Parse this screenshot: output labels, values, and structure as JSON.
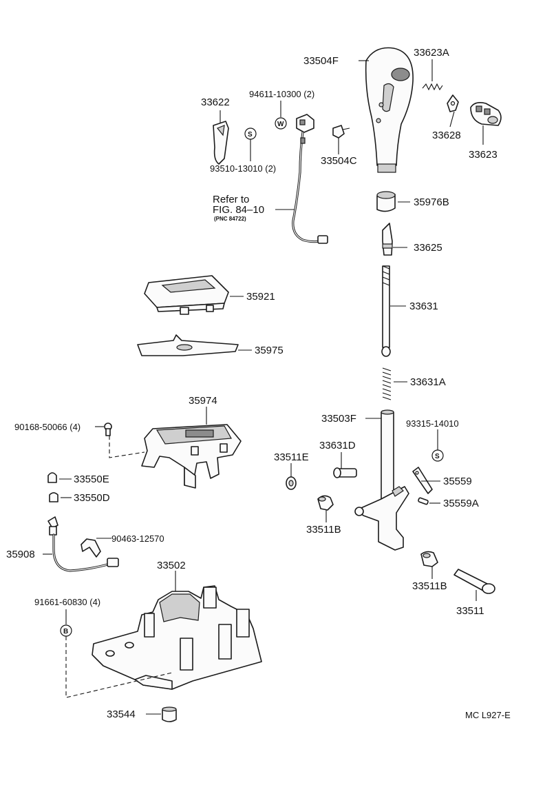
{
  "figure_code": "MC L927-E",
  "refer_note": {
    "line1": "Refer to",
    "line2": "FIG. 84–10",
    "line3": "(PNC 84722)"
  },
  "symbols": {
    "washer": "W",
    "screw": "S",
    "bolt": "B"
  },
  "labels": {
    "p33504F": "33504F",
    "p33623A": "33623A",
    "p33622": "33622",
    "p94611": "94611-10300 (2)",
    "p33628": "33628",
    "p33623": "33623",
    "p93510": "93510-13010 (2)",
    "p33504C": "33504C",
    "p35976B": "35976B",
    "p33625": "33625",
    "p35921": "35921",
    "p33631": "33631",
    "p35975": "35975",
    "p33631A": "33631A",
    "p35974": "35974",
    "p33503F": "33503F",
    "p93315": "93315-14010",
    "p90168": "90168-50066 (4)",
    "p33631D": "33631D",
    "p33511E": "33511E",
    "p33550E": "33550E",
    "p35559": "35559",
    "p33550D": "33550D",
    "p35559A": "35559A",
    "p90463": "90463-12570",
    "p33511B_1": "33511B",
    "p35908": "35908",
    "p33502": "33502",
    "p33511B_2": "33511B",
    "p91661": "91661-60830 (4)",
    "p33511": "33511",
    "p33544": "33544"
  }
}
